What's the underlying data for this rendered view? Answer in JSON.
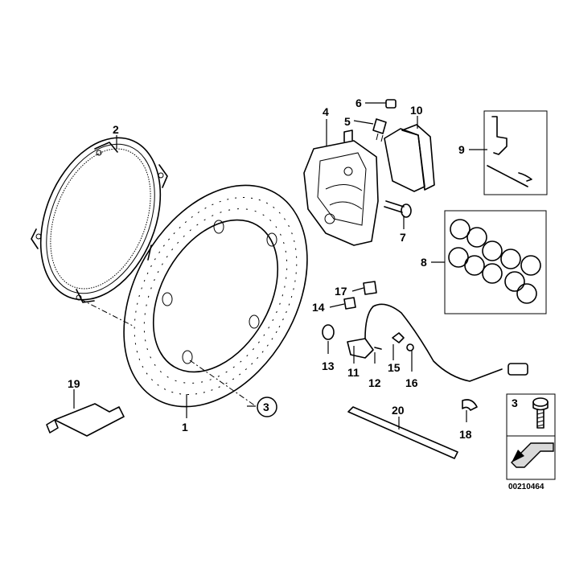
{
  "diagram": {
    "callouts": [
      {
        "id": "1",
        "text": "1"
      },
      {
        "id": "2",
        "text": "2"
      },
      {
        "id": "3",
        "text": "3"
      },
      {
        "id": "4",
        "text": "4"
      },
      {
        "id": "5",
        "text": "5"
      },
      {
        "id": "6",
        "text": "6"
      },
      {
        "id": "7",
        "text": "7"
      },
      {
        "id": "8",
        "text": "8"
      },
      {
        "id": "9",
        "text": "9"
      },
      {
        "id": "10",
        "text": "10"
      },
      {
        "id": "11",
        "text": "11"
      },
      {
        "id": "12",
        "text": "12"
      },
      {
        "id": "13",
        "text": "13"
      },
      {
        "id": "14",
        "text": "14"
      },
      {
        "id": "15",
        "text": "15"
      },
      {
        "id": "16",
        "text": "16"
      },
      {
        "id": "17",
        "text": "17"
      },
      {
        "id": "18",
        "text": "18"
      },
      {
        "id": "19",
        "text": "19"
      },
      {
        "id": "20",
        "text": "20"
      }
    ],
    "circled_ref": "3",
    "legend_box": {
      "ref_number": "3",
      "icon": "arrow-icon"
    },
    "drawing_code": "00210464",
    "colors": {
      "line": "#000000",
      "background": "#ffffff",
      "fill": "#d9d9d9"
    }
  }
}
